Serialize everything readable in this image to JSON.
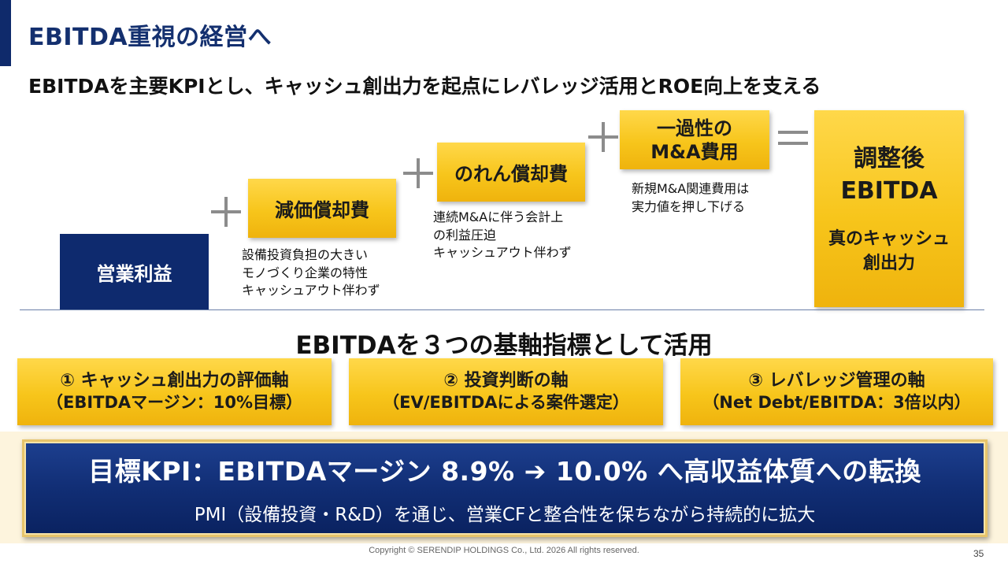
{
  "header": {
    "title": "EBITDA重視の経営へ",
    "subtitle": "EBITDAを主要KPIとし、キャッシュ創出力を起点にレバレッジ活用とROE向上を支える"
  },
  "equation": {
    "operating_profit": "営業利益",
    "depreciation": {
      "label": "減価償却費",
      "note_lines": [
        "設備投資負担の大きい",
        "モノづくり企業の特性",
        "キャッシュアウト伴わず"
      ]
    },
    "goodwill": {
      "label": "のれん償却費",
      "note_lines": [
        "連続M&Aに伴う会計上",
        "の利益圧迫",
        "キャッシュアウト伴わず"
      ]
    },
    "ma_cost": {
      "label_lines": [
        "一過性の",
        "M&A費用"
      ],
      "note_lines": [
        "新規M&A関連費用は",
        "実力値を押し下げる"
      ]
    },
    "result": {
      "label_lines": [
        "調整後",
        "EBITDA"
      ],
      "sub_lines": [
        "真のキャッシュ",
        "創出力"
      ]
    }
  },
  "axes": {
    "heading": "EBITDAを３つの基軸指標として活用",
    "items": [
      {
        "line1": "①  キャッシュ創出力の評価軸",
        "line2": "（EBITDAマージン：10%目標）"
      },
      {
        "line1": "②  投資判断の軸",
        "line2": "（EV/EBITDAによる案件選定）"
      },
      {
        "line1": "③  レバレッジ管理の軸",
        "line2": "（Net Debt/EBITDA：3倍以内）"
      }
    ]
  },
  "kpi": {
    "line1": "目標KPI：EBITDAマージン 8.9% ➔ 10.0% へ高収益体質への転換",
    "line2": "PMI（設備投資・R&D）を通じ、営業CFと整合性を保ちながら持続的に拡大"
  },
  "footer": {
    "copyright": "Copyright © SERENDIP HOLDINGS Co., Ltd.  2026 All rights reserved.",
    "page_number": "35"
  },
  "colors": {
    "navy": "#0e2a6e",
    "gold": "#f7c51b",
    "band": "#fdf4dd"
  }
}
